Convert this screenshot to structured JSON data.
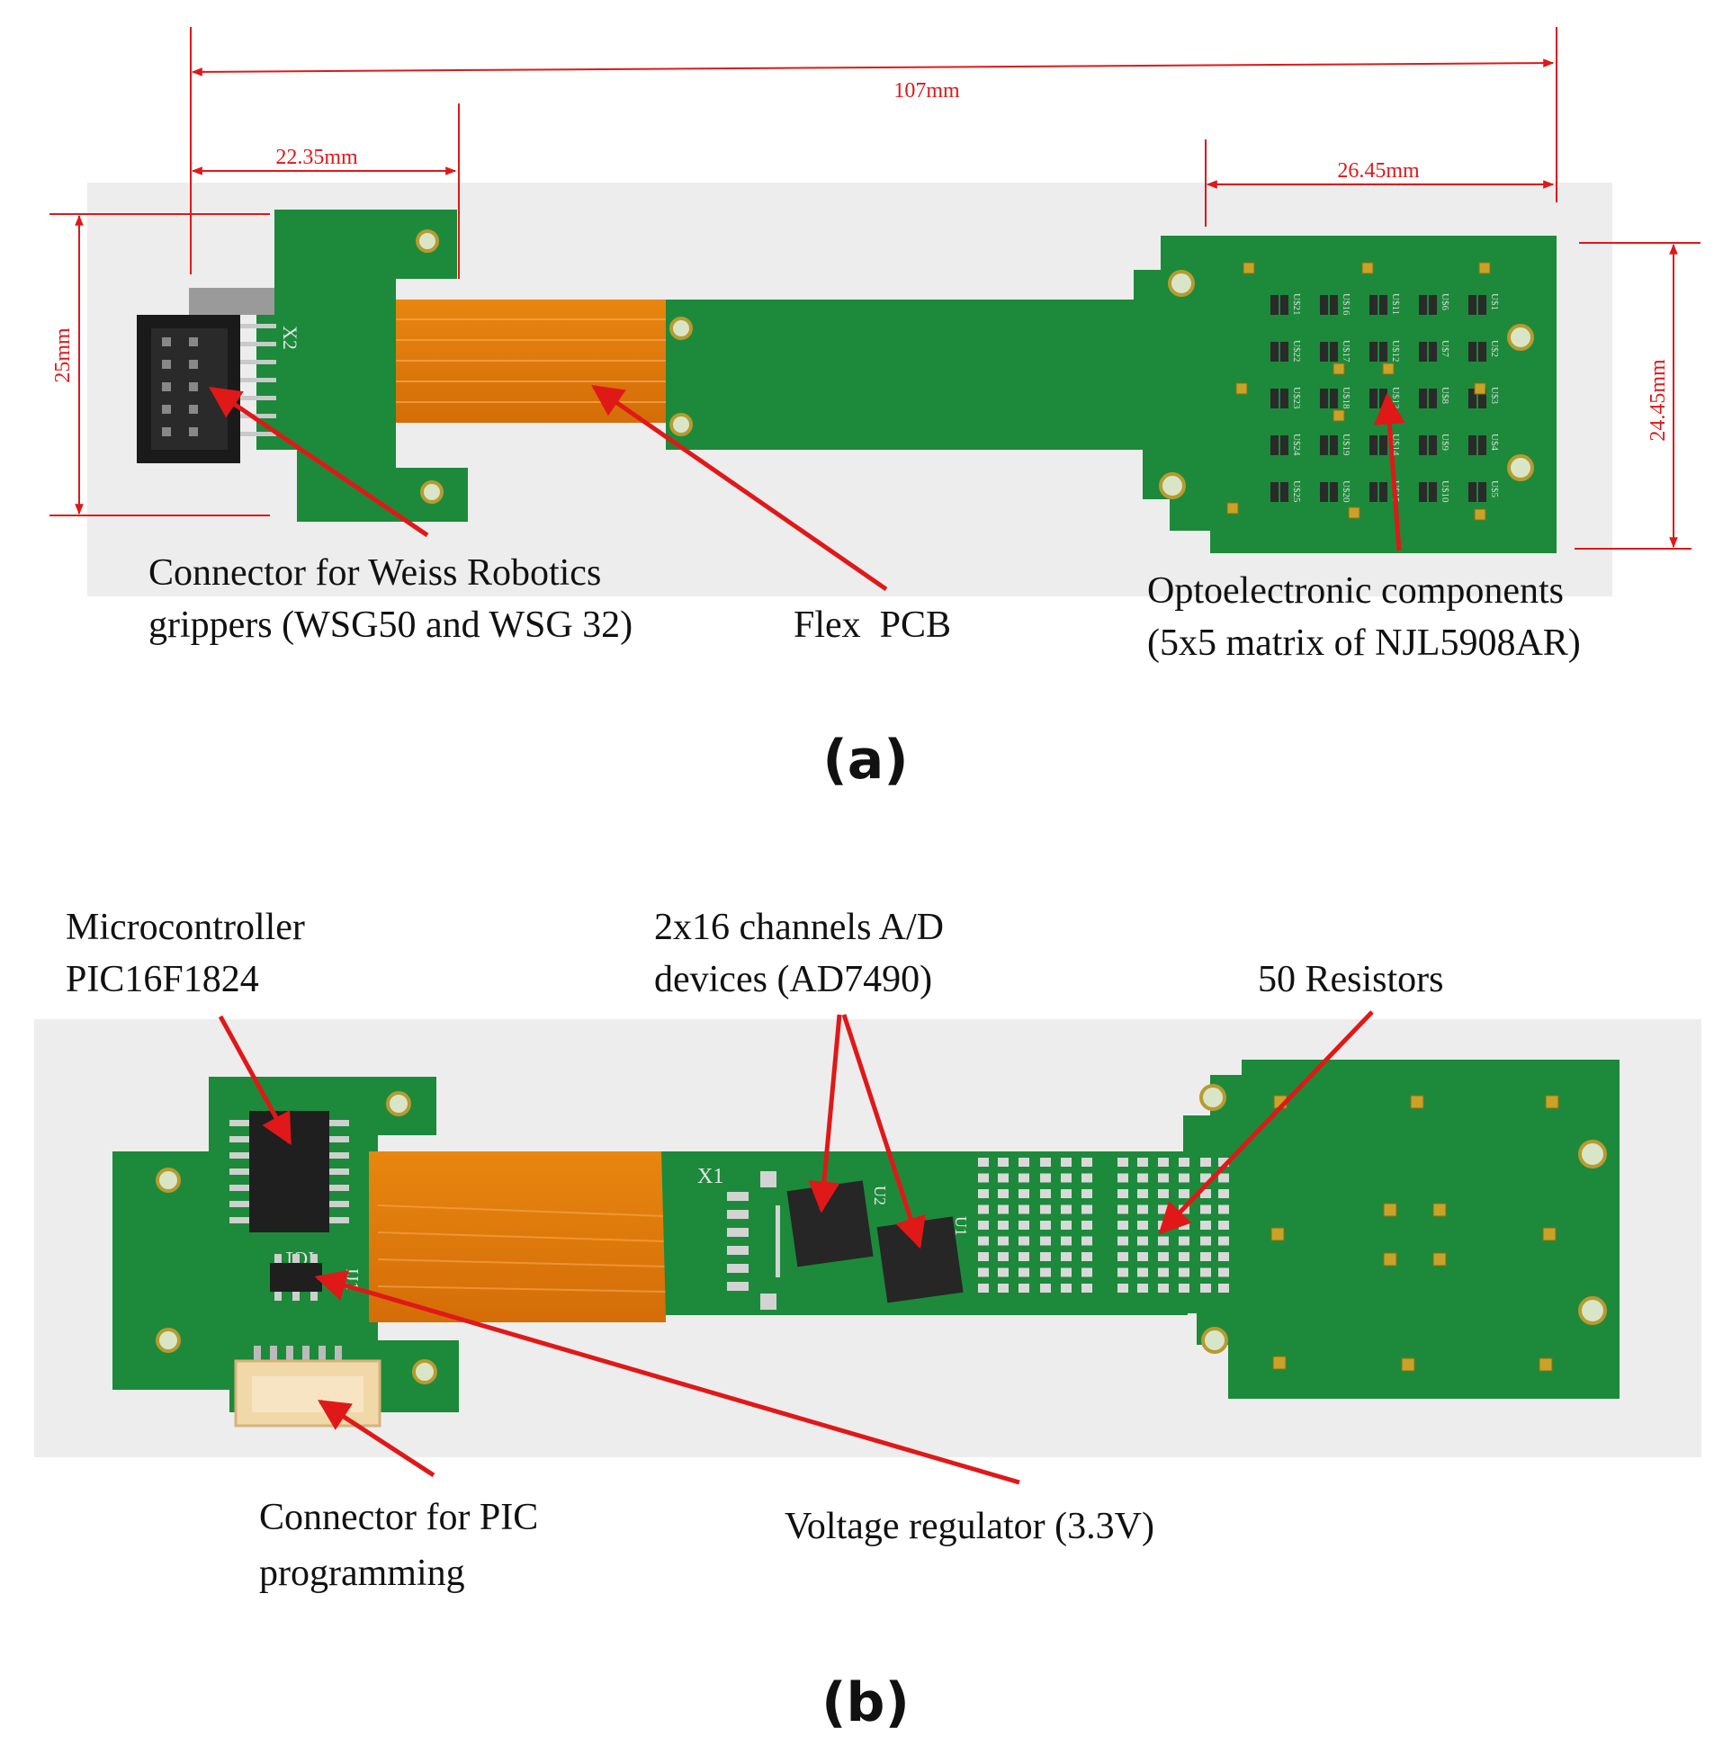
{
  "panel_a": {
    "label": "(a)",
    "dimensions": {
      "total_length": "107mm",
      "connector_width": "22.35mm",
      "sensor_width": "26.45mm",
      "left_height": "25mm",
      "right_height": "24.45mm"
    },
    "silkscreen": {
      "connector_ref": "X2",
      "sensor_refs": [
        [
          "U$21",
          "U$16",
          "U$11",
          "U$6",
          "U$1"
        ],
        [
          "U$22",
          "U$17",
          "U$12",
          "U$7",
          "U$2"
        ],
        [
          "U$23",
          "U$18",
          "U$13",
          "U$8",
          "U$3"
        ],
        [
          "U$24",
          "U$19",
          "U$14",
          "U$9",
          "U$4"
        ],
        [
          "U$25",
          "U$20",
          "U$15",
          "U$10",
          "U$5"
        ]
      ]
    },
    "annotations": {
      "connector_line1": "Connector for Weiss Robotics",
      "connector_line2": "grippers (WSG50 and WSG 32)",
      "flex": "Flex  PCB",
      "opto_line1": "Optoelectronic components",
      "opto_line2": "(5x5 matrix of NJL5908AR)"
    }
  },
  "panel_b": {
    "label": "(b)",
    "silkscreen": {
      "ic1": "IC1",
      "ij1": "IJ1",
      "x1": "X1",
      "u1": "U1",
      "u2": "U2"
    },
    "annotations": {
      "mcu_line1": "Microcontroller",
      "mcu_line2": "PIC16F1824",
      "adc_line1": "2x16 channels A/D",
      "adc_line2": "devices (AD7490)",
      "resistors": "50 Resistors",
      "prog_line1": "Connector for PIC",
      "prog_line2": "programming",
      "regulator": "Voltage regulator (3.3V)"
    }
  },
  "colors": {
    "pcb_green": "#1c8a3a",
    "pcb_dark": "#146b2c",
    "flex_orange": "#e07a10",
    "annotation_red": "#e01818",
    "gold_pad": "#c9a227",
    "photo_bg": "#ededed"
  }
}
